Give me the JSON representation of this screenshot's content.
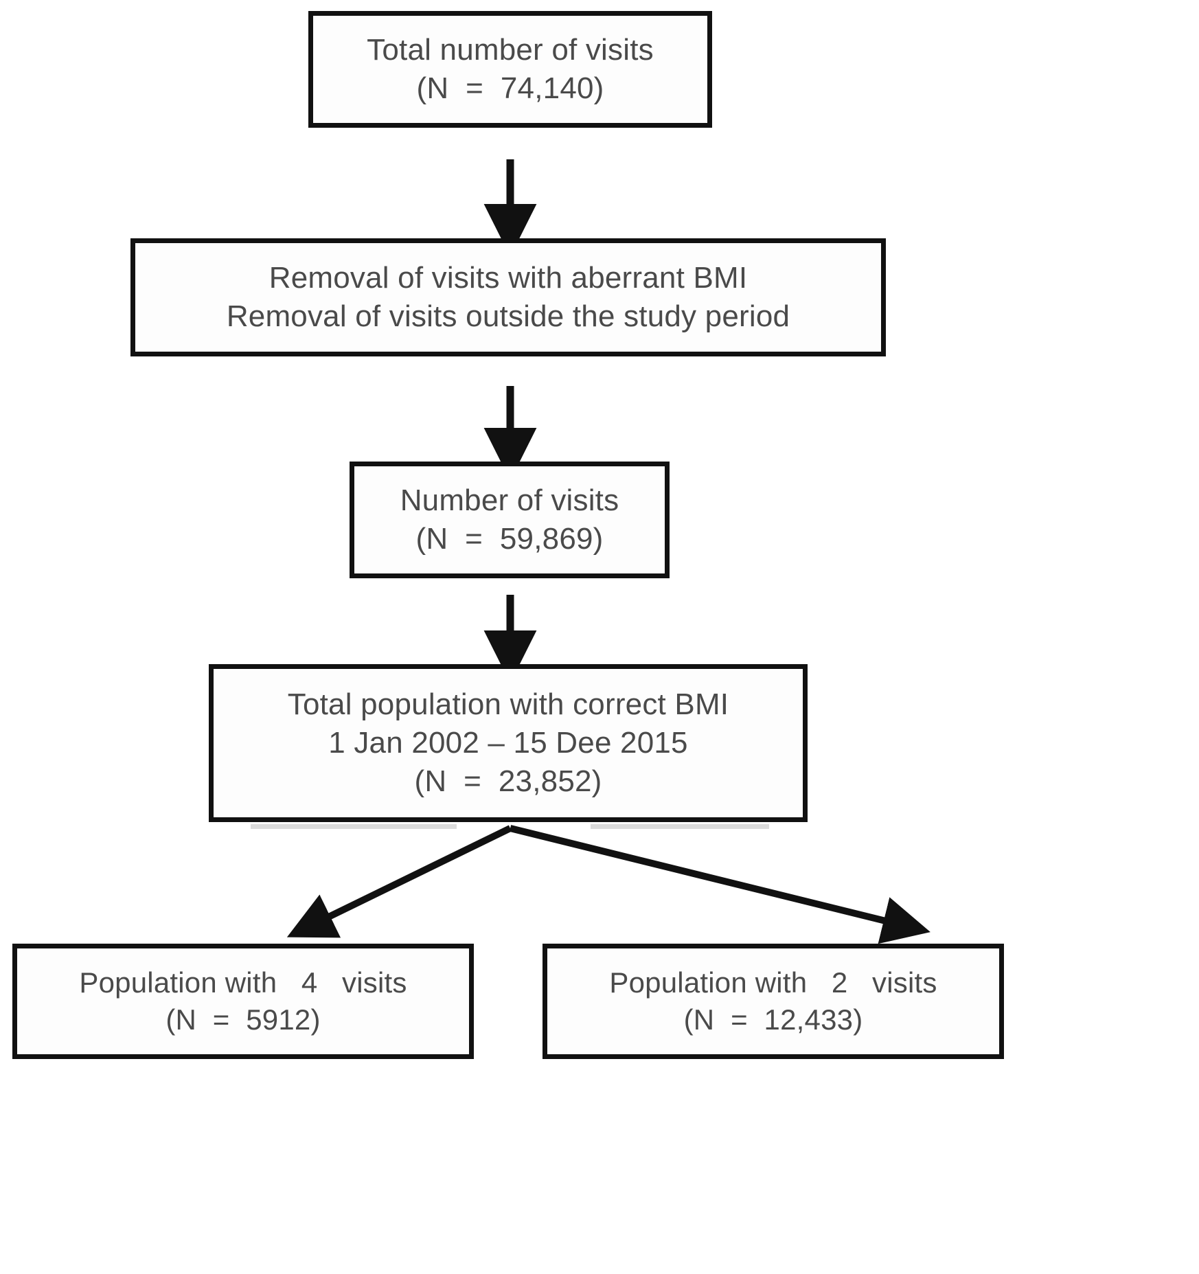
{
  "figure": {
    "type": "flowchart",
    "orientation": "top-to-bottom",
    "background_color": "#ffffff",
    "box_border_color": "#111111",
    "text_color": "#4a4a4a"
  },
  "nodes": [
    {
      "id": "total-visits",
      "lines": [
        "Total number of visits",
        "(N  =  74,140)"
      ]
    },
    {
      "id": "removal-criteria",
      "lines": [
        "Removal of visits with aberrant BMI",
        "Removal of visits outside the study period"
      ]
    },
    {
      "id": "visits-count",
      "lines": [
        "Number of visits",
        "(N  =  59,869)"
      ]
    },
    {
      "id": "total-population",
      "lines": [
        "Total population with correct BMI",
        "1 Jan 2002 – 15 Dee 2015",
        "(N  =  23,852)"
      ]
    },
    {
      "id": "population-4-visits",
      "lines": [
        "Population with   4   visits",
        "(N  =  5912)"
      ]
    },
    {
      "id": "population-2-visits",
      "lines": [
        "Population with   2   visits",
        "(N  =  12,433)"
      ]
    }
  ],
  "connectors": [
    {
      "id": "arrow-total-visits-to-removal",
      "kind": "vertical-arrow"
    },
    {
      "id": "arrow-removal-to-visits-count",
      "kind": "vertical-arrow"
    },
    {
      "id": "arrow-visits-count-to-total-population",
      "kind": "vertical-arrow"
    },
    {
      "id": "arrow-total-population-to-4-visits",
      "kind": "diagonal-arrow-left"
    },
    {
      "id": "arrow-total-population-to-2-visits",
      "kind": "diagonal-arrow-right"
    }
  ]
}
